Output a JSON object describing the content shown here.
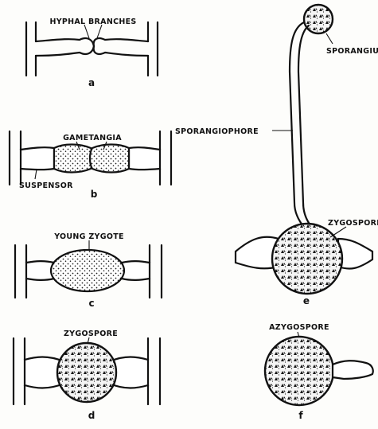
{
  "figure": {
    "panels": {
      "a": {
        "letter": "a",
        "labels": [
          "HYPHAL BRANCHES"
        ]
      },
      "b": {
        "letter": "b",
        "labels": [
          "GAMETANGIA",
          "SUSPENSOR"
        ]
      },
      "c": {
        "letter": "c",
        "labels": [
          "YOUNG ZYGOTE"
        ]
      },
      "d": {
        "letter": "d",
        "labels": [
          "ZYGOSPORE"
        ]
      },
      "e": {
        "letter": "e",
        "labels": [
          "SPORANGIUM",
          "SPORANGIOPHORE",
          "ZYGOSPORE"
        ]
      },
      "f": {
        "letter": "f",
        "labels": [
          "AZYGOSPORE"
        ]
      }
    }
  }
}
